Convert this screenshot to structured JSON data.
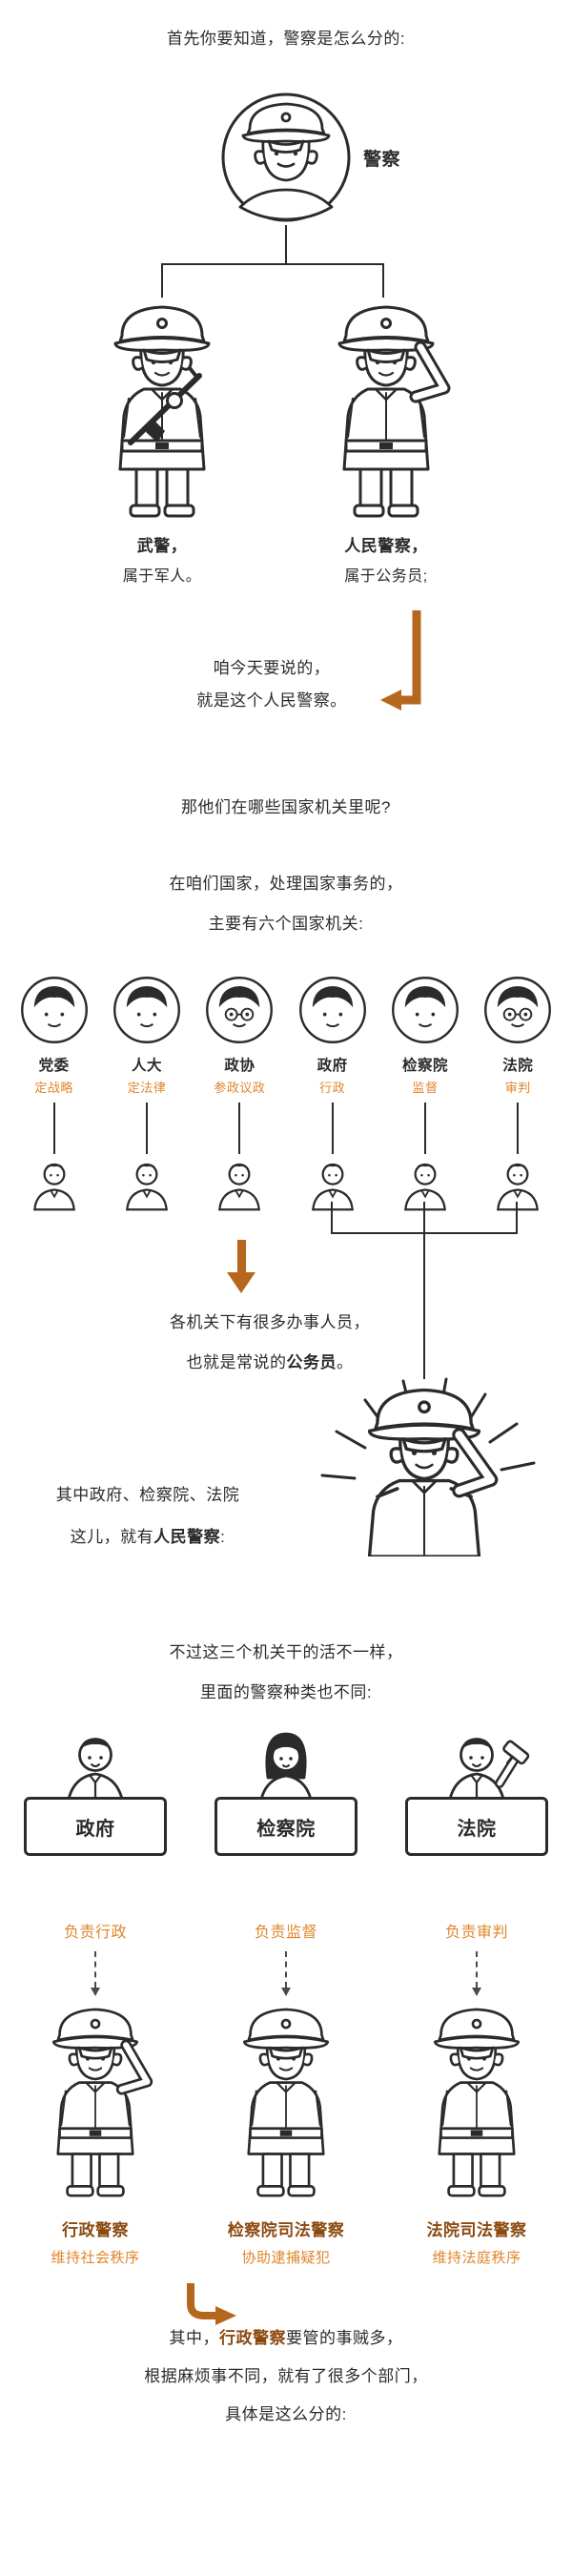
{
  "colors": {
    "ink": "#2b2b2b",
    "orange": "#e0862c",
    "brown": "#8c4a12",
    "arrow": "#b5671d"
  },
  "intro": "首先你要知道，警察是怎么分的:",
  "tree": {
    "root": "警察",
    "left_name": "武警，",
    "left_desc": "属于军人。",
    "right_name": "人民警察，",
    "right_desc": "属于公务员;"
  },
  "callout": {
    "line1": "咱今天要说的，",
    "line2": "就是这个人民警察。"
  },
  "question": "那他们在哪些国家机关里呢?",
  "organs_intro": {
    "line1": "在咱们国家，处理国家事务的，",
    "line2": "主要有六个国家机关:"
  },
  "organs": [
    {
      "name": "党委",
      "role": "定战略"
    },
    {
      "name": "人大",
      "role": "定法律"
    },
    {
      "name": "政协",
      "role": "参政议政"
    },
    {
      "name": "政府",
      "role": "行政"
    },
    {
      "name": "检察院",
      "role": "监督"
    },
    {
      "name": "法院",
      "role": "审判"
    }
  ],
  "staff_note": {
    "line1": "各机关下有很多办事人员，",
    "line2_pre": "也就是常说的",
    "line2_bold": "公务员",
    "line2_post": "。"
  },
  "police_note": {
    "line1": "其中政府、检察院、法院",
    "line2_pre": "这儿，就有",
    "line2_bold": "人民警察",
    "line2_post": ":"
  },
  "diff_note": {
    "line1": "不过这三个机关干的活不一样，",
    "line2": "里面的警察种类也不同:"
  },
  "branches": [
    {
      "organ": "政府",
      "duty": "负责行政",
      "police": "行政警察",
      "police_duty": "维持社会秩序"
    },
    {
      "organ": "检察院",
      "duty": "负责监督",
      "police": "检察院司法警察",
      "police_duty": "协助逮捕疑犯"
    },
    {
      "organ": "法院",
      "duty": "负责审判",
      "police": "法院司法警察",
      "police_duty": "维持法庭秩序"
    }
  ],
  "outro": {
    "line1_pre": "其中，",
    "line1_bold": "行政警察",
    "line1_post": "要管的事贼多，",
    "line2": "根据麻烦事不同，就有了很多个部门，",
    "line3": "具体是这么分的:"
  },
  "illustrations": {
    "root": "police-officer-portrait",
    "left_figure": "armed-police-with-rifle",
    "right_figure": "saluting-people-police",
    "middle_figure": "big-saluting-police-officer",
    "organ_figures": "official-avatars-and-civil-servants",
    "bottom_figures": "three-police-types"
  }
}
